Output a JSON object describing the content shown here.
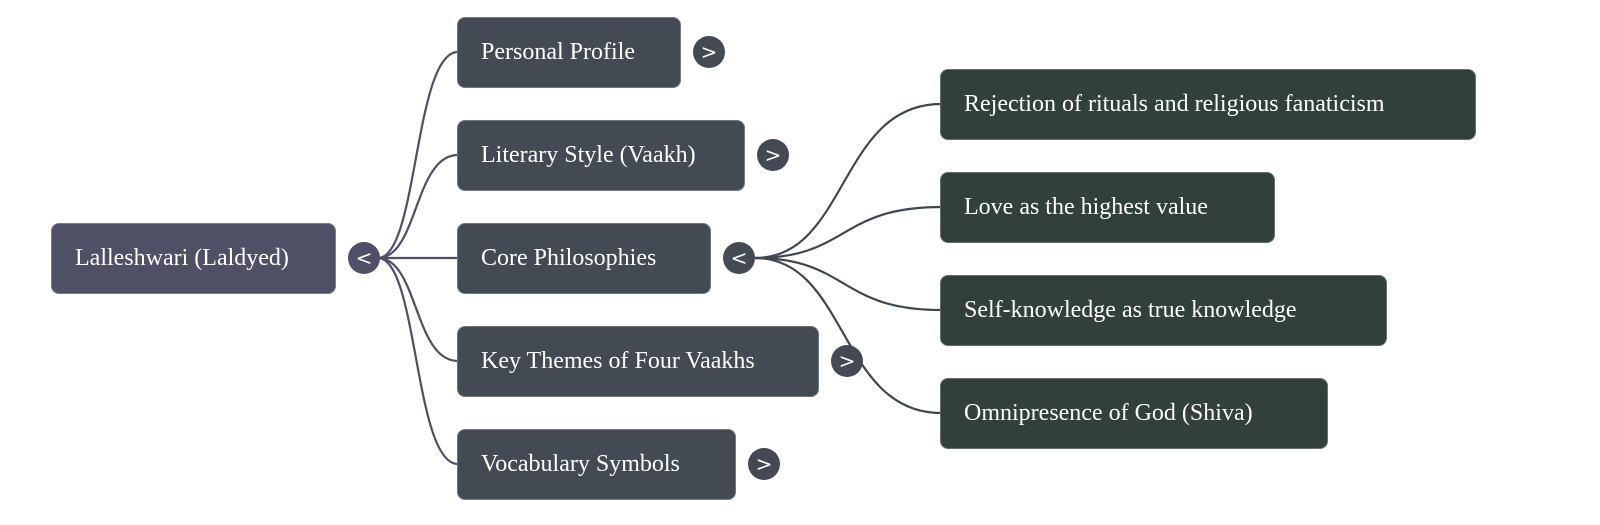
{
  "root": {
    "label": "Lalleshwari (Laldyed)",
    "toggle": "<",
    "toggle_icon": "collapse-icon"
  },
  "branches": [
    {
      "label": "Personal Profile",
      "toggle": ">",
      "expanded": false
    },
    {
      "label": "Literary Style (Vaakh)",
      "toggle": ">",
      "expanded": false
    },
    {
      "label": "Core Philosophies",
      "toggle": "<",
      "expanded": true,
      "children": [
        {
          "label": "Rejection of rituals and religious fanaticism"
        },
        {
          "label": "Love as the highest value"
        },
        {
          "label": "Self-knowledge as true knowledge"
        },
        {
          "label": "Omnipresence of God (Shiva)"
        }
      ]
    },
    {
      "label": "Key Themes of Four Vaakhs",
      "toggle": ">",
      "expanded": false
    },
    {
      "label": "Vocabulary Symbols",
      "toggle": ">",
      "expanded": false
    }
  ],
  "colors": {
    "root": "#4f5066",
    "branch": "#434a54",
    "leaf": "#32403d",
    "edge": "#4f5066"
  }
}
